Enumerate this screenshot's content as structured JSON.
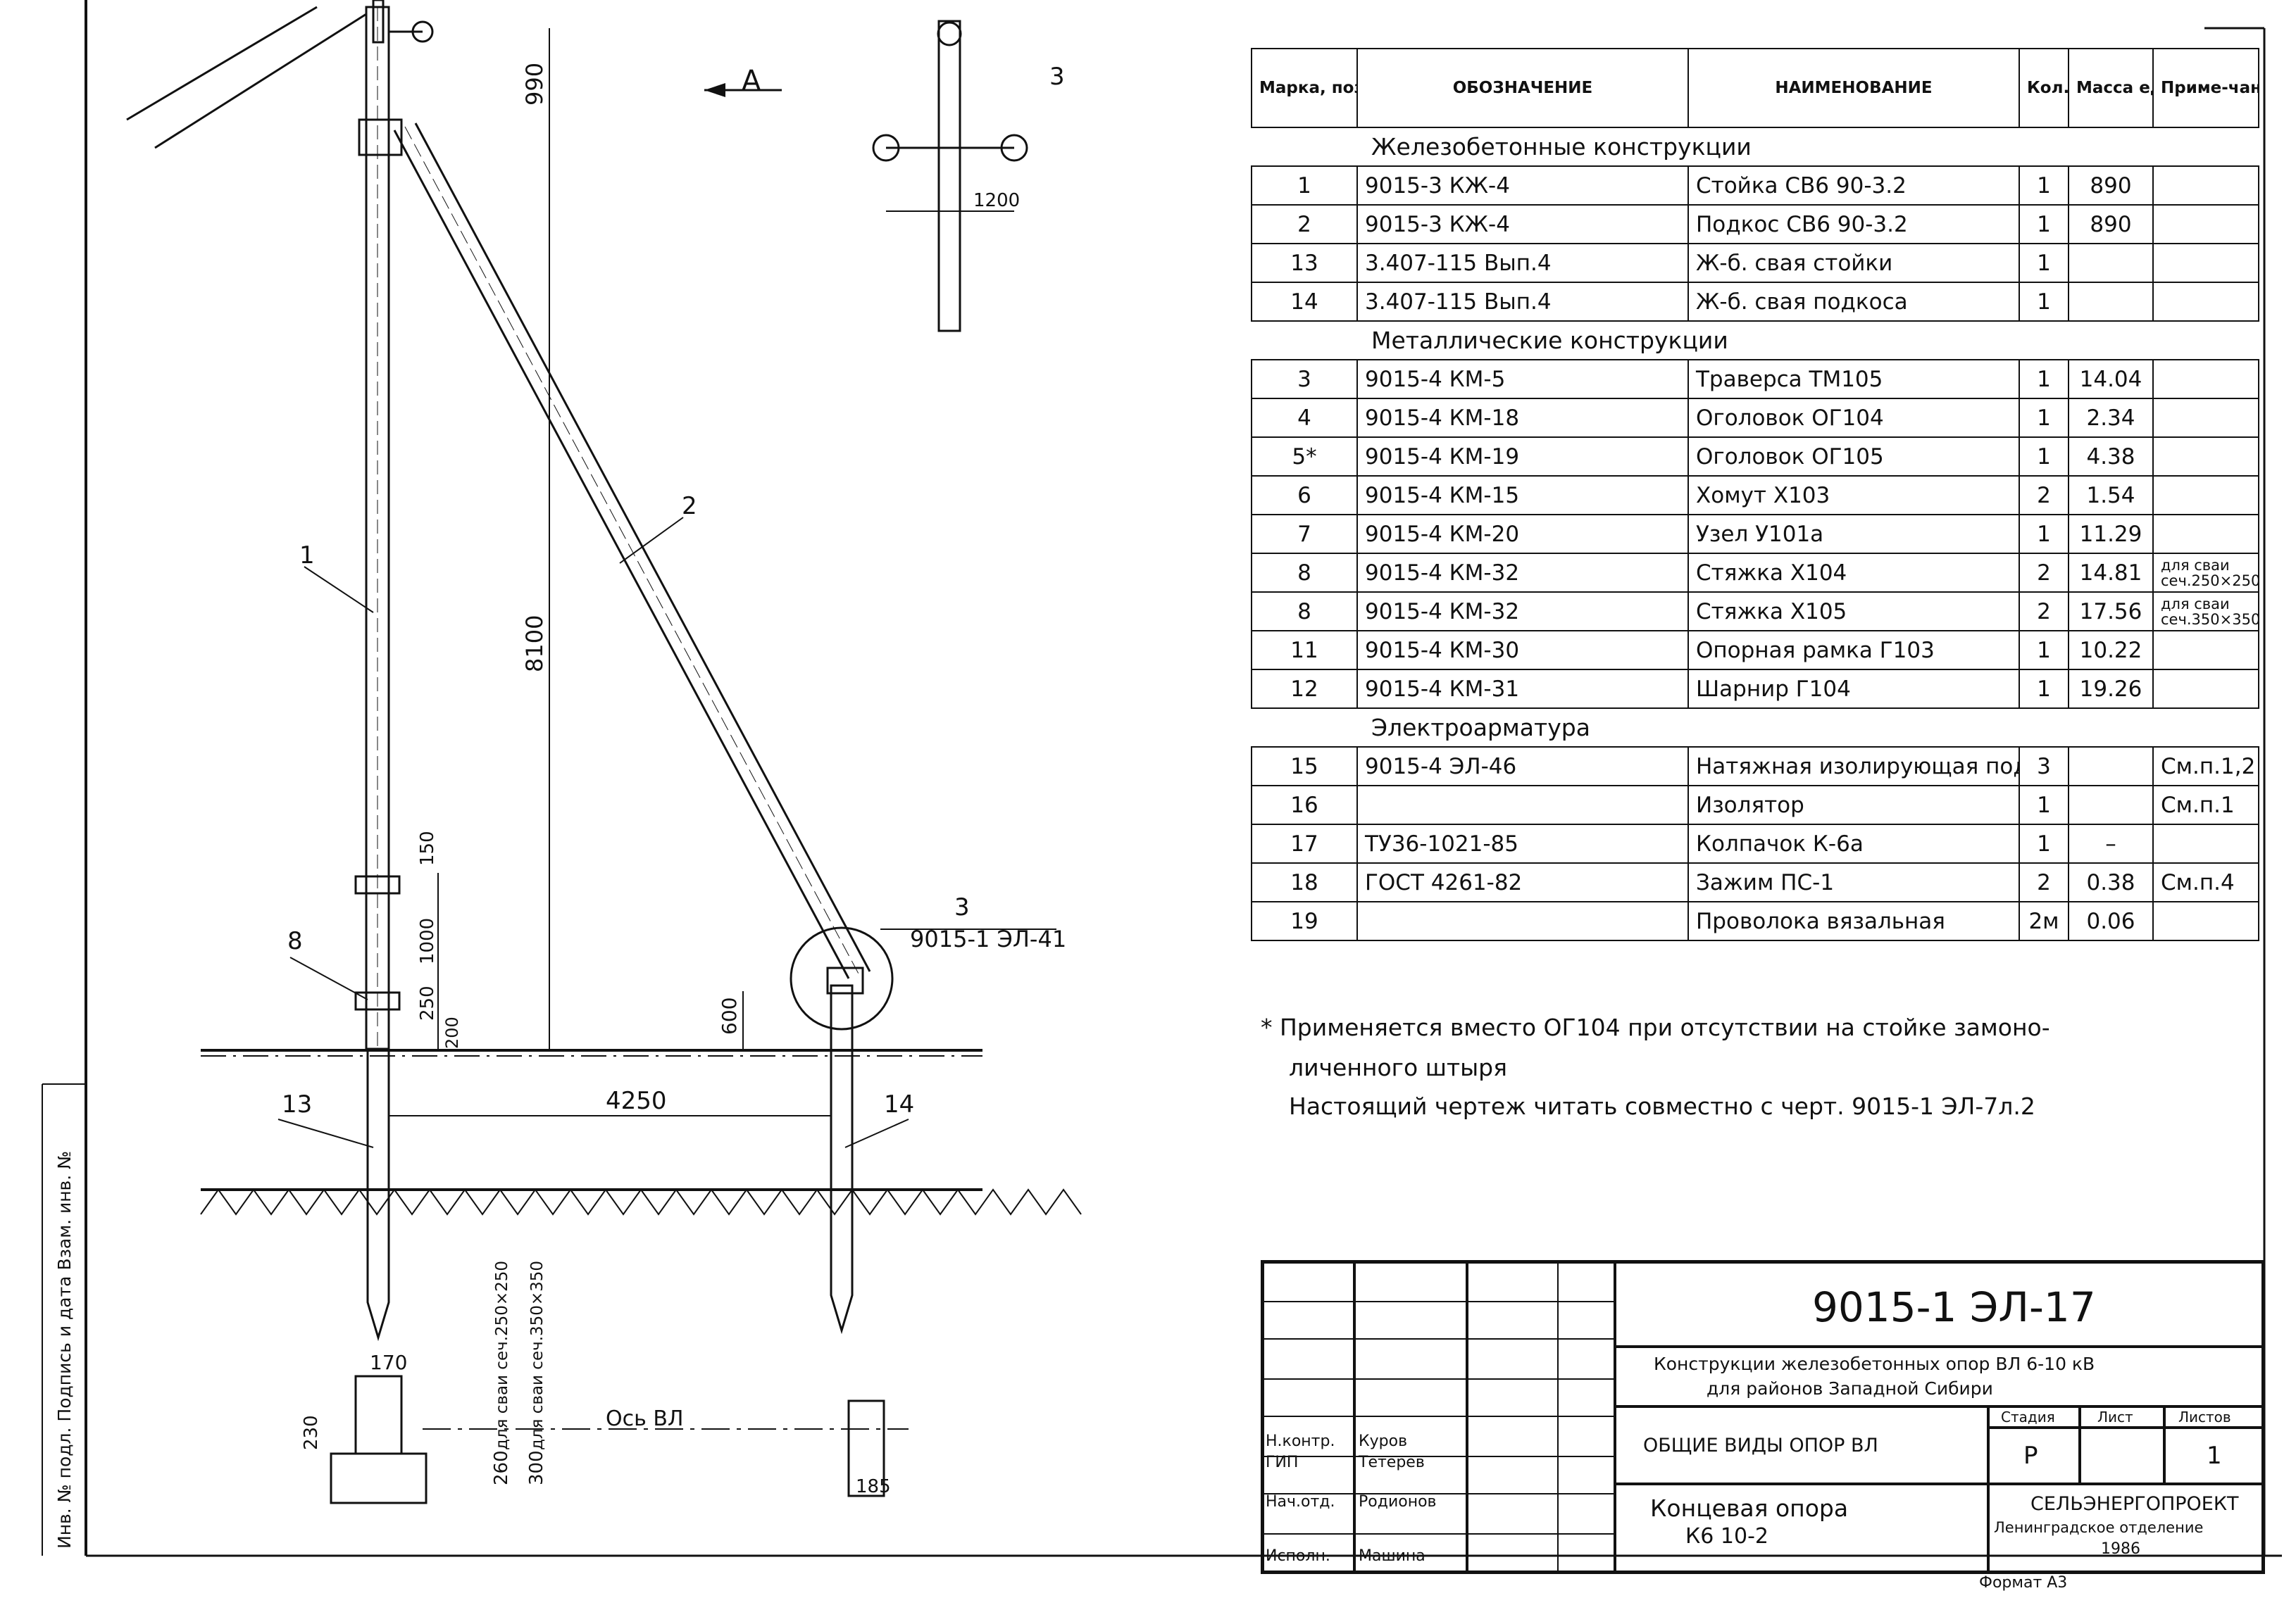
{
  "table": {
    "headers": [
      "Марка, поз.",
      "ОБОЗНАЧЕНИЕ",
      "НАИМЕНОВАНИЕ",
      "Кол.",
      "Масса ед., кг",
      "Приме-чание"
    ],
    "sections": [
      {
        "title": "Железобетонные конструкции",
        "rows": [
          {
            "pos": "1",
            "code": "9015-3 КЖ-4",
            "name": "Стойка СВ6 90-3.2",
            "qty": "1",
            "mass": "890",
            "note": ""
          },
          {
            "pos": "2",
            "code": "9015-3 КЖ-4",
            "name": "Подкос СВ6 90-3.2",
            "qty": "1",
            "mass": "890",
            "note": ""
          },
          {
            "pos": "13",
            "code": "3.407-115 Вып.4",
            "name": "Ж-б. свая стойки",
            "qty": "1",
            "mass": "",
            "note": ""
          },
          {
            "pos": "14",
            "code": "3.407-115 Вып.4",
            "name": "Ж-б. свая подкоса",
            "qty": "1",
            "mass": "",
            "note": ""
          }
        ]
      },
      {
        "title": "Металлические конструкции",
        "rows": [
          {
            "pos": "3",
            "code": "9015-4 КМ-5",
            "name": "Траверса ТМ105",
            "qty": "1",
            "mass": "14.04",
            "note": ""
          },
          {
            "pos": "4",
            "code": "9015-4 КМ-18",
            "name": "Оголовок ОГ104",
            "qty": "1",
            "mass": "2.34",
            "note": ""
          },
          {
            "pos": "5*",
            "code": "9015-4 КМ-19",
            "name": "Оголовок ОГ105",
            "qty": "1",
            "mass": "4.38",
            "note": ""
          },
          {
            "pos": "6",
            "code": "9015-4 КМ-15",
            "name": "Хомут Х103",
            "qty": "2",
            "mass": "1.54",
            "note": ""
          },
          {
            "pos": "7",
            "code": "9015-4 КМ-20",
            "name": "Узел У101а",
            "qty": "1",
            "mass": "11.29",
            "note": ""
          },
          {
            "pos": "8",
            "code": "9015-4 КМ-32",
            "name": "Стяжка Х104",
            "qty": "2",
            "mass": "14.81",
            "note": "для сваи сеч.250×250"
          },
          {
            "pos": "8",
            "code": "9015-4 КМ-32",
            "name": "Стяжка Х105",
            "qty": "2",
            "mass": "17.56",
            "note": "для сваи сеч.350×350"
          },
          {
            "pos": "11",
            "code": "9015-4 КМ-30",
            "name": "Опорная рамка Г103",
            "qty": "1",
            "mass": "10.22",
            "note": ""
          },
          {
            "pos": "12",
            "code": "9015-4 КМ-31",
            "name": "Шарнир Г104",
            "qty": "1",
            "mass": "19.26",
            "note": ""
          }
        ]
      },
      {
        "title": "Электроарматура",
        "rows": [
          {
            "pos": "15",
            "code": "9015-4 ЭЛ-46",
            "name": "Натяжная изолирующая подвеска",
            "qty": "3",
            "mass": "",
            "note": "См.п.1,2"
          },
          {
            "pos": "16",
            "code": "",
            "name": "Изолятор",
            "qty": "1",
            "mass": "",
            "note": "См.п.1"
          },
          {
            "pos": "17",
            "code": "ТУ36-1021-85",
            "name": "Колпачок К-6а",
            "qty": "1",
            "mass": "–",
            "note": ""
          },
          {
            "pos": "18",
            "code": "ГОСТ 4261-82",
            "name": "Зажим ПС-1",
            "qty": "2",
            "mass": "0.38",
            "note": "См.п.4"
          },
          {
            "pos": "19",
            "code": "",
            "name": "Проволока вязальная",
            "qty": "2м",
            "mass": "0.06",
            "note": ""
          }
        ]
      }
    ]
  },
  "notes": {
    "n1a": "* Применяется вместо ОГ104 при отсутствии на стойке замоно-",
    "n1b": "личенного штыря",
    "n2": "Настоящий чертеж читать совместно с черт. 9015-1 ЭЛ-7л.2"
  },
  "drawing": {
    "view_label": "А",
    "dims": {
      "d990": "990",
      "d8100": "8100",
      "d1200": "1200",
      "d150": "150",
      "d1000": "1000",
      "d250": "250",
      "d200": "200",
      "d600": "600",
      "d4250": "4250",
      "d170": "170",
      "d230": "230",
      "d260": "260",
      "d300": "300",
      "d185": "185"
    },
    "callouts": {
      "c1": "1",
      "c2": "2",
      "c3": "3",
      "c3b": "3",
      "c8": "8",
      "c13": "13",
      "c14": "14",
      "ref3": "9015-1 ЭЛ-41"
    },
    "pile_250": "для сваи сеч.250×250",
    "pile_350": "для сваи сеч.350×350",
    "axis": "Ось ВЛ"
  },
  "side_stamp": "Инв. № подл. Подпись и дата Взам. инв. №",
  "title_block": {
    "doc_number": "9015-1 ЭЛ-17",
    "subject_1": "Конструкции железобетонных опор ВЛ 6-10 кВ",
    "subject_2": "для районов Западной Сибири",
    "sheet_title": "ОБЩИЕ ВИДЫ ОПОР ВЛ",
    "drawing_title_1": "Концевая опора",
    "drawing_title_2": "К6 10-2",
    "h_stage": "Стадия",
    "h_sheet": "Лист",
    "h_sheets": "Листов",
    "stage": "Р",
    "sheets": "1",
    "org": "СЕЛЬЭНЕРГОПРОЕКТ",
    "branch": "Ленинградское отделение",
    "year": "1986",
    "format": "Формат А3",
    "roles": [
      {
        "role": "Н.контр.",
        "name": "Куров"
      },
      {
        "role": "ГИП",
        "name": "Тетерев"
      },
      {
        "role": "Нач.отд.",
        "name": "Родионов"
      },
      {
        "role": "Исполн.",
        "name": "Машина"
      }
    ]
  }
}
